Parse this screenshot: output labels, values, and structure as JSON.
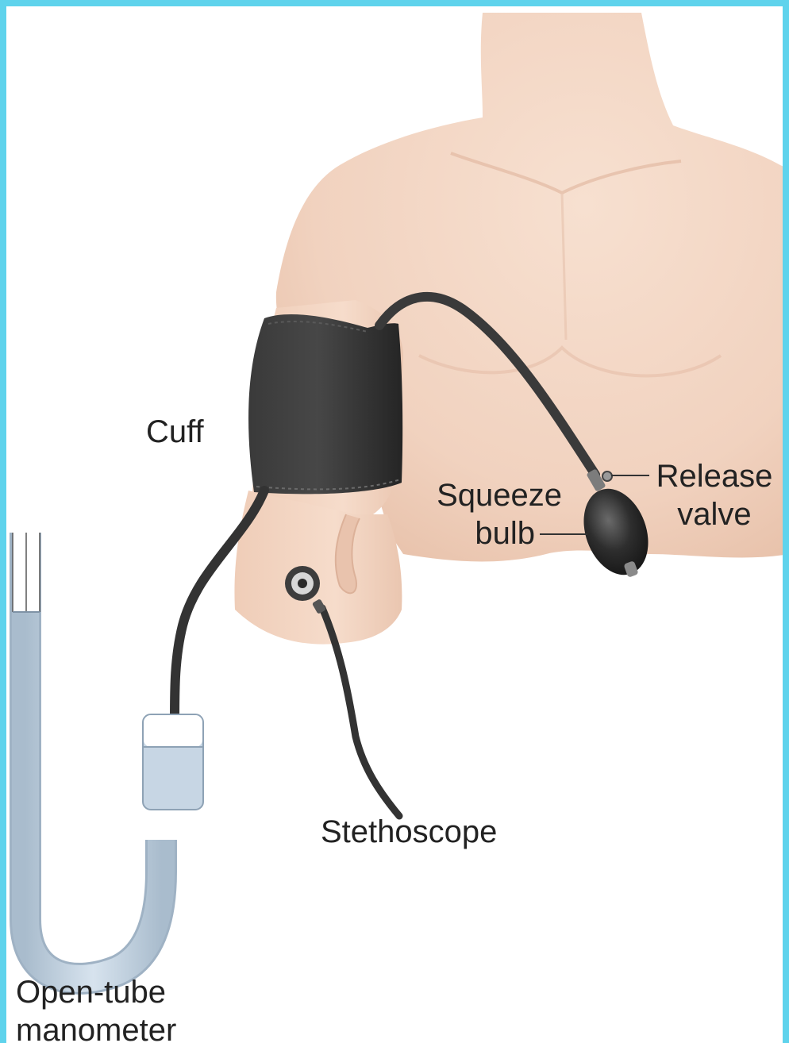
{
  "labels": {
    "cuff": "Cuff",
    "release_valve": [
      "Release",
      "valve"
    ],
    "squeeze_bulb": [
      "Squeeze",
      "bulb"
    ],
    "stethoscope": "Stethoscope",
    "manometer": [
      "Open-tube",
      "manometer"
    ]
  },
  "colors": {
    "frame": "#5fd3ec",
    "skin": "#f3d6c4",
    "cuff": "#2f2f2f",
    "fluid": "#c7d6e4",
    "line": "#333333"
  }
}
